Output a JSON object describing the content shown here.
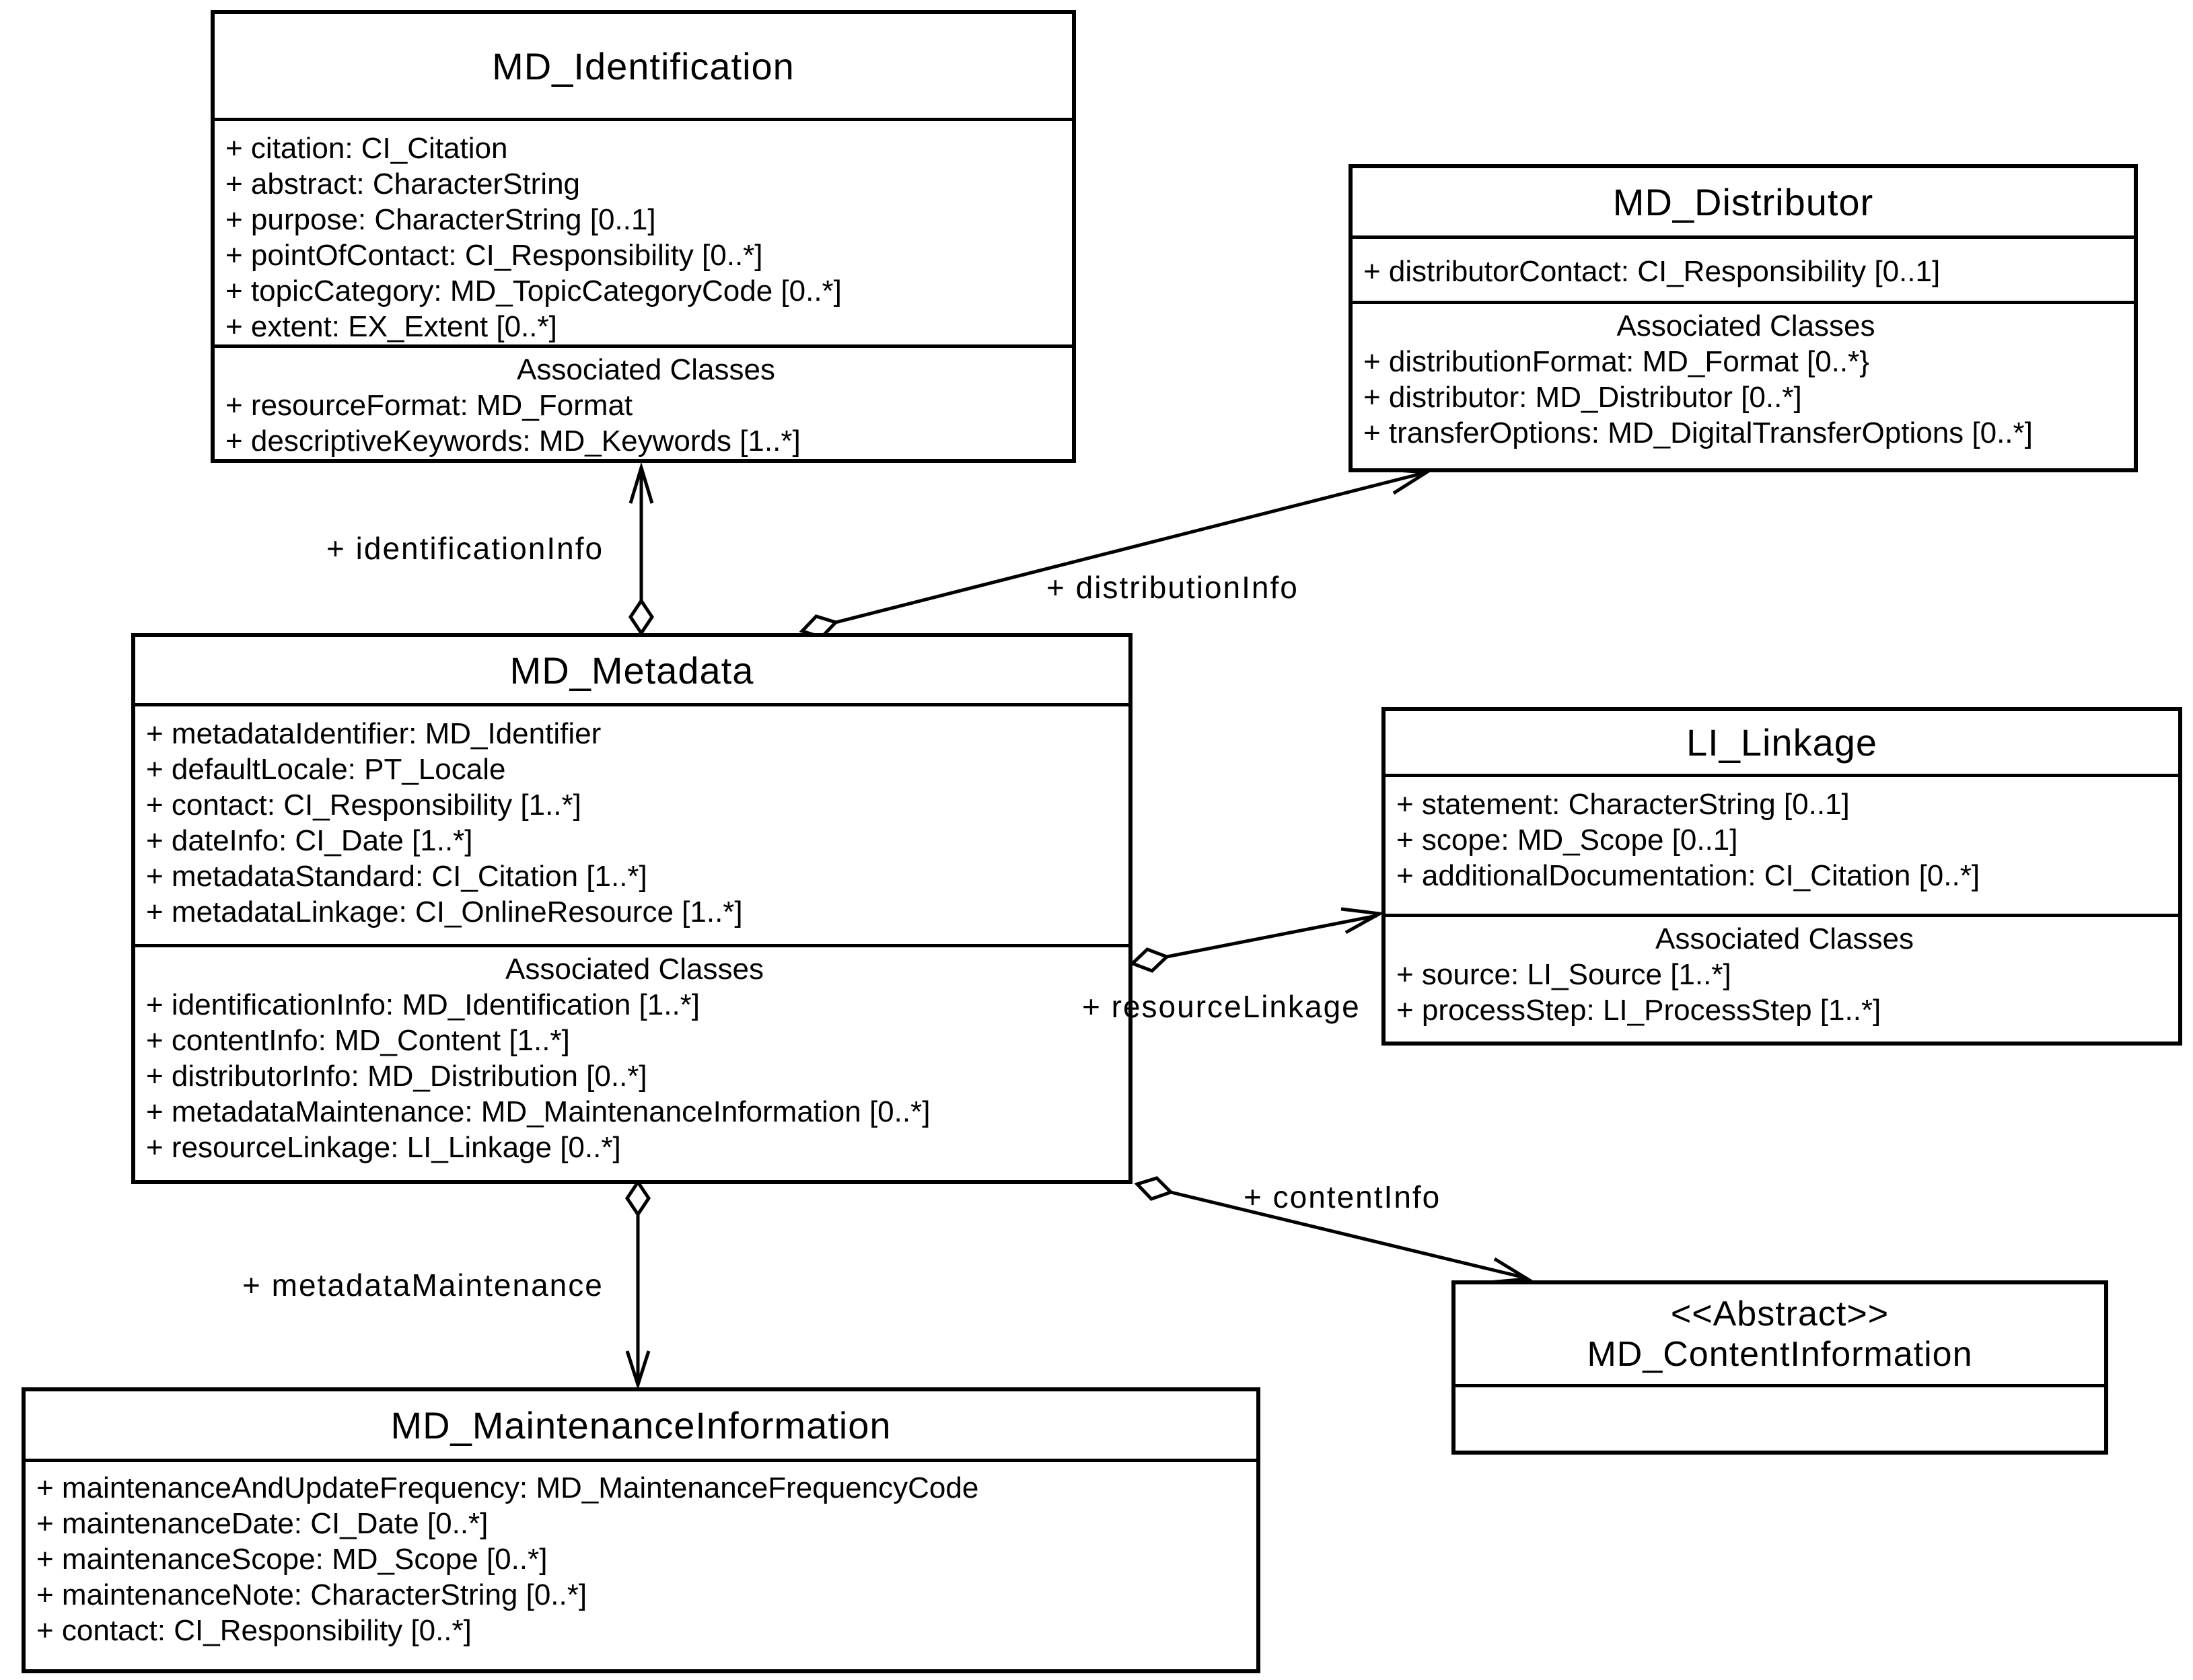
{
  "classes": [
    {
      "title": "MD_Identification",
      "attributes": [
        "+ citation: CI_Citation",
        "+ abstract: CharacterString",
        "+ purpose: CharacterString [0..1]",
        "+ pointOfContact: CI_Responsibility [0..*]",
        "+ topicCategory: MD_TopicCategoryCode [0..*]",
        "+ extent: EX_Extent [0..*]"
      ],
      "associated_header": "Associated Classes",
      "associated": [
        "+ resourceFormat: MD_Format",
        "+ descriptiveKeywords: MD_Keywords [1..*]"
      ]
    },
    {
      "title": "MD_Distributor",
      "attributes": [
        "+ distributorContact: CI_Responsibility [0..1]"
      ],
      "associated_header": "Associated Classes",
      "associated": [
        "+ distributionFormat: MD_Format [0..*}",
        "+ distributor: MD_Distributor [0..*]",
        "+ transferOptions: MD_DigitalTransferOptions [0..*]"
      ]
    },
    {
      "title": "MD_Metadata",
      "attributes": [
        "+ metadataIdentifier: MD_Identifier",
        "+ defaultLocale: PT_Locale",
        "+ contact: CI_Responsibility [1..*]",
        "+ dateInfo: CI_Date [1..*]",
        "+ metadataStandard: CI_Citation [1..*]",
        "+ metadataLinkage: CI_OnlineResource [1..*]"
      ],
      "associated_header": "Associated Classes",
      "associated": [
        "+ identificationInfo: MD_Identification [1..*]",
        "+ contentInfo: MD_Content [1..*]",
        "+ distributorInfo: MD_Distribution [0..*]",
        "+ metadataMaintenance: MD_MaintenanceInformation [0..*]",
        "+ resourceLinkage: LI_Linkage [0..*]"
      ]
    },
    {
      "title": "LI_Linkage",
      "attributes": [
        "+ statement: CharacterString [0..1]",
        "+ scope: MD_Scope [0..1]",
        "+ additionalDocumentation: CI_Citation [0..*]"
      ],
      "associated_header": "Associated Classes",
      "associated": [
        "+ source: LI_Source [1..*]",
        "+ processStep: LI_ProcessStep [1..*]"
      ]
    },
    {
      "stereotype": "<<Abstract>>",
      "title": "MD_ContentInformation"
    },
    {
      "title": "MD_MaintenanceInformation",
      "attributes": [
        "+ maintenanceAndUpdateFrequency: MD_MaintenanceFrequencyCode",
        "+ maintenanceDate: CI_Date [0..*]",
        "+ maintenanceScope: MD_Scope [0..*]",
        "+ maintenanceNote: CharacterString [0..*]",
        "+ contact: CI_Responsibility [0..*]"
      ]
    }
  ],
  "edges": [
    {
      "label": "+ identificationInfo"
    },
    {
      "label": "+ distributionInfo"
    },
    {
      "label": "+ resourceLinkage"
    },
    {
      "label": "+ contentInfo"
    },
    {
      "label": "+ metadataMaintenance"
    }
  ],
  "colors": {
    "line": "#000000",
    "background": "#ffffff"
  }
}
